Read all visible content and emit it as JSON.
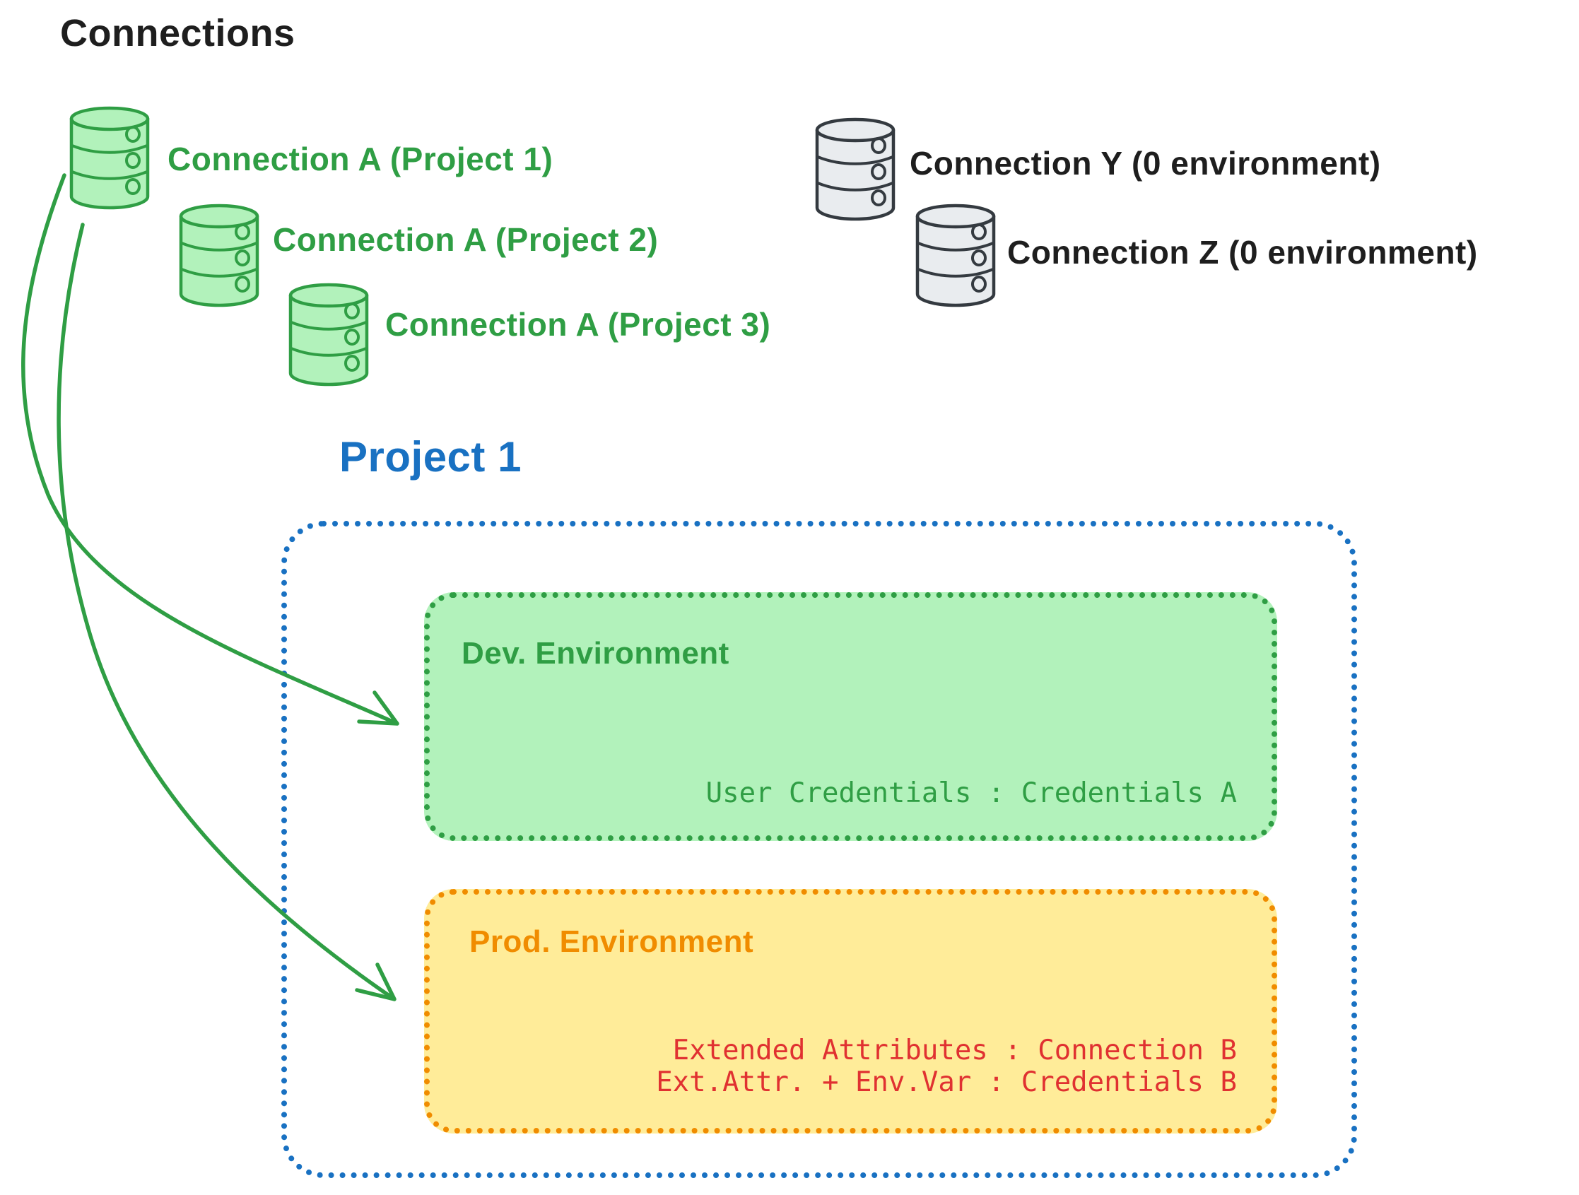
{
  "title": "Connections",
  "colors": {
    "ink": "#1e1e1e",
    "green": "#2f9e44",
    "green_fill": "#b2f2bb",
    "gray": "#343a40",
    "gray_fill": "#e9ecef",
    "blue": "#1971c2",
    "orange": "#f08c00",
    "orange_fill": "#ffec99",
    "red": "#e03131"
  },
  "connections": {
    "green": [
      {
        "label": "Connection A (Project 1)"
      },
      {
        "label": "Connection A (Project 2)"
      },
      {
        "label": "Connection A (Project 3)"
      }
    ],
    "gray": [
      {
        "label": "Connection Y (0 environment)"
      },
      {
        "label": "Connection Z (0 environment)"
      }
    ]
  },
  "project": {
    "title": "Project 1",
    "dev": {
      "title": "Dev. Environment",
      "credentials": "User Credentials : Credentials A"
    },
    "prod": {
      "title": "Prod. Environment",
      "attr_line1": "Extended Attributes : Connection B",
      "attr_line2": "Ext.Attr. + Env.Var : Credentials B"
    }
  },
  "icons": {
    "database": "database-cylinder-icon",
    "arrow": "curved-arrow"
  }
}
